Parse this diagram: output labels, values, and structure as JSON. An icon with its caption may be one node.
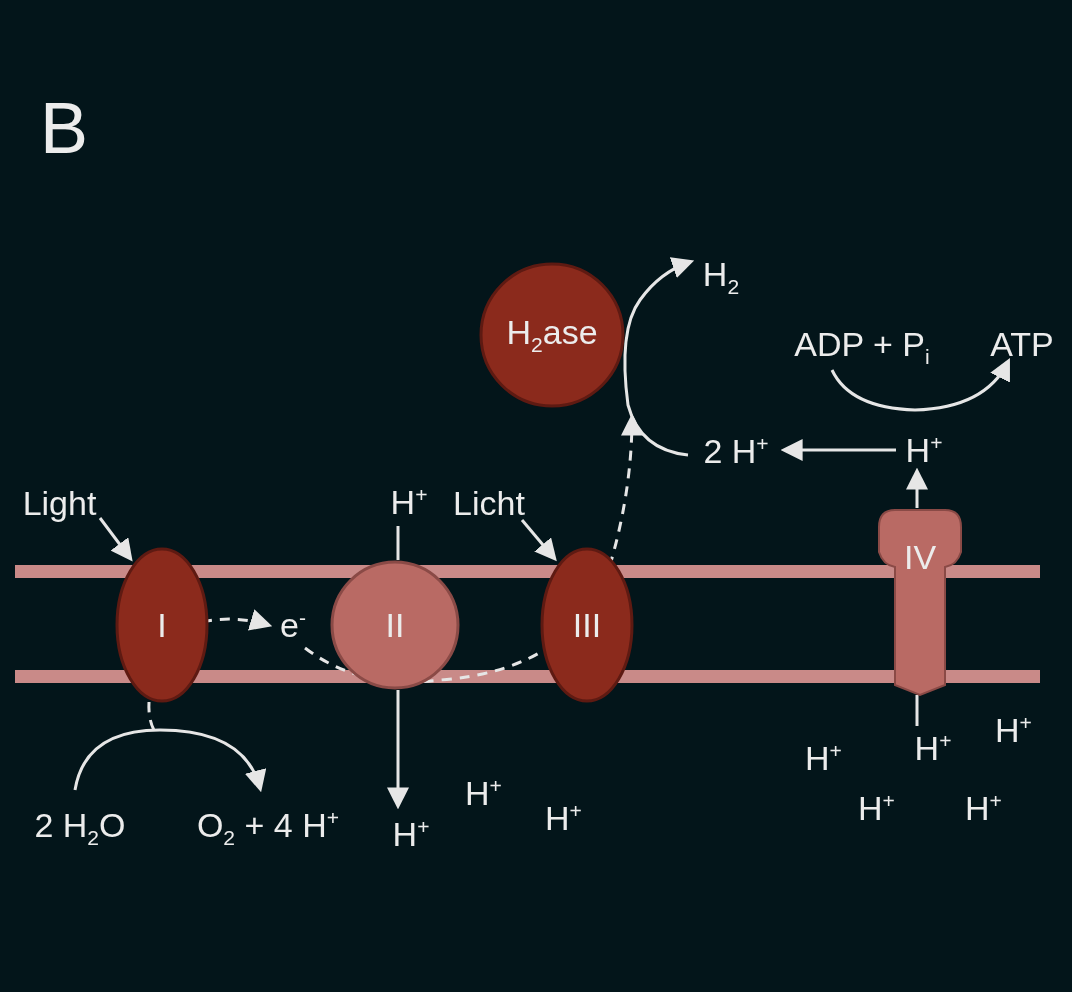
{
  "diagram": {
    "title": "B",
    "nodes": [
      {
        "text": [
          "Light"
        ]
      },
      {
        "text": [
          "I"
        ]
      },
      {
        "text": [
          "e$^{-}$"
        ]
      },
      {
        "text": [
          "II"
        ]
      },
      {
        "text": [
          "H$^{+}$"
        ]
      },
      {
        "text": [
          "Licht"
        ]
      },
      {
        "text": [
          "III"
        ]
      },
      {
        "text": [
          "H$_{2}$ase"
        ]
      },
      {
        "text": [
          "H$_{2}$"
        ]
      },
      {
        "text": [
          "2 H$^{+}$"
        ]
      },
      {
        "text": [
          "H$^{+}$"
        ]
      },
      {
        "text": [
          "IV"
        ]
      },
      {
        "text": [
          "ADP + P$_{i}$"
        ]
      },
      {
        "text": [
          "ATP"
        ]
      },
      {
        "text": [
          "2 H$_{2}$O"
        ]
      },
      {
        "text": [
          "O$_{2}$ + 4 H$^{+}$"
        ]
      },
      {
        "text": [
          "H$^{+}$"
        ]
      },
      {
        "text": [
          "H$^{+}$"
        ]
      }
    ],
    "edges": [
      {
        "from": 0,
        "to": 1,
        "arrow": "to"
      },
      {
        "from": 5,
        "to": 6,
        "arrow": "to"
      },
      {
        "from": 1,
        "to": 2,
        "arrow": "to",
        "style": "dashed"
      },
      {
        "from": 2,
        "to": null,
        "arrow": "to",
        "style": "dashed"
      },
      {
        "from": 1,
        "to": null,
        "arrow": "none",
        "style": "dashed"
      },
      {
        "from": 14,
        "to": 15,
        "arrow": "to"
      },
      {
        "from": 4,
        "to": 3,
        "arrow": "none"
      },
      {
        "from": 3,
        "to": 16,
        "arrow": "to"
      },
      {
        "from": 17,
        "to": 11,
        "arrow": "none"
      },
      {
        "from": 11,
        "to": 10,
        "arrow": "to"
      },
      {
        "from": 10,
        "to": 9,
        "arrow": "to"
      },
      {
        "from": 9,
        "to": 8,
        "arrow": "to"
      },
      {
        "from": 12,
        "to": 13,
        "arrow": "to"
      }
    ],
    "labels": [
      "H$^{+}$",
      "H$^{+}$",
      "H$^{+}$",
      "H$^{+}$",
      "H$^{+}$",
      "H$^{+}$"
    ]
  }
}
